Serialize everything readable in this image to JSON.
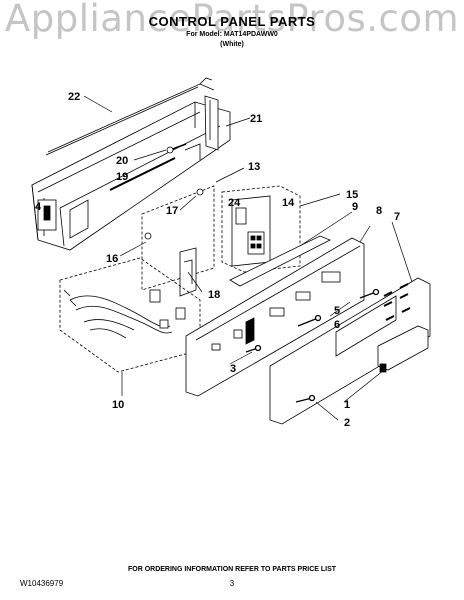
{
  "watermark": "AppliancePartsPros.com",
  "header": {
    "title": "CONTROL PANEL PARTS",
    "model_line": "For Model: MAT14PDAWW0",
    "color_line": "(White)"
  },
  "callouts": [
    "22",
    "21",
    "20",
    "19",
    "4",
    "13",
    "17",
    "24",
    "14",
    "15",
    "9",
    "8",
    "7",
    "16",
    "18",
    "5",
    "6",
    "3",
    "10",
    "1",
    "2"
  ],
  "footer": {
    "doc_number": "W10436979",
    "ordering_info": "FOR ORDERING INFORMATION REFER TO PARTS PRICE LIST",
    "page_number": "3"
  }
}
